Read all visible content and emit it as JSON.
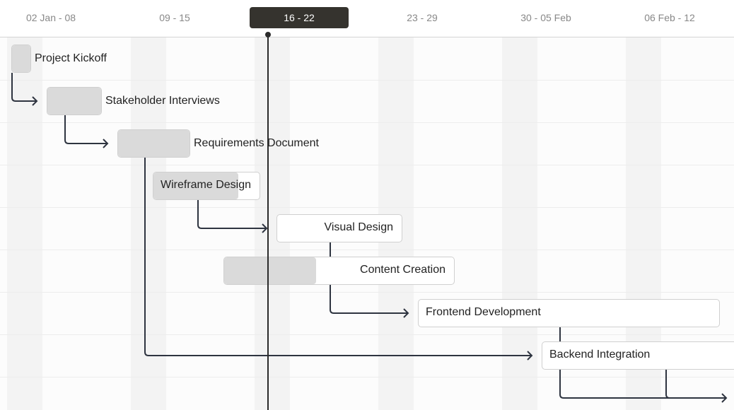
{
  "timeline": {
    "weeks": [
      {
        "label": "02 Jan - 08",
        "current": false
      },
      {
        "label": "09 - 15",
        "current": false
      },
      {
        "label": "16 - 22",
        "current": true
      },
      {
        "label": "23 - 29",
        "current": false
      },
      {
        "label": "30 - 05 Feb",
        "current": false
      },
      {
        "label": "06 Feb - 12",
        "current": false
      }
    ]
  },
  "tasks": [
    {
      "name": "Project Kickoff",
      "progress": 100
    },
    {
      "name": "Stakeholder Interviews",
      "progress": 100
    },
    {
      "name": "Requirements Document",
      "progress": 100
    },
    {
      "name": "Wireframe Design",
      "progress": 80
    },
    {
      "name": "Visual Design",
      "progress": 0
    },
    {
      "name": "Content Creation",
      "progress": 40
    },
    {
      "name": "Frontend Development",
      "progress": 0
    },
    {
      "name": "Backend Integration",
      "progress": 0
    }
  ],
  "colors": {
    "progress": "#dadada",
    "today": "#2b2b2b",
    "current_week": "#35332e",
    "link": "#2e3440"
  }
}
